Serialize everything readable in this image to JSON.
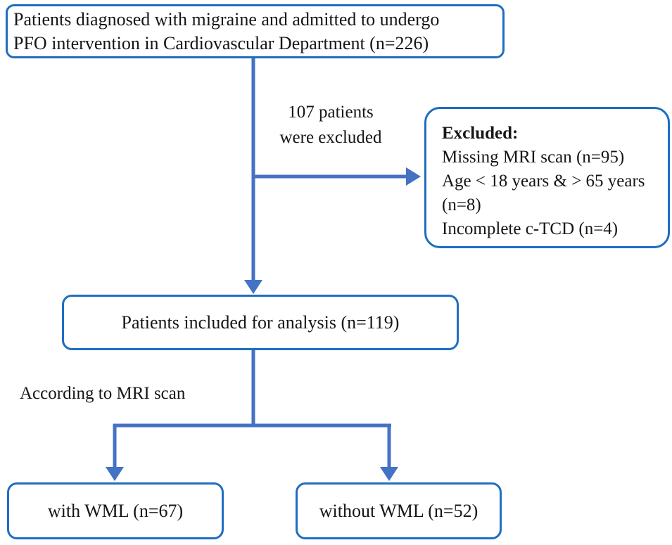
{
  "figure": {
    "type": "flowchart",
    "colors": {
      "box_border": "#1e6ec2",
      "connector": "#4472c4",
      "text": "#161616",
      "background": "#ffffff"
    },
    "nodes": {
      "source": {
        "line1": "Patients diagnosed with migraine and admitted to undergo",
        "line2": "PFO intervention in Cardiovascular Department (n=226)"
      },
      "excluded": {
        "heading": "Excluded:",
        "items": [
          "Missing MRI scan (n=95)",
          "Age < 18 years & > 65 years",
          " (n=8)",
          "Incomplete c-TCD (n=4)"
        ]
      },
      "included": {
        "label": "Patients included for analysis (n=119)"
      },
      "with_wml": {
        "label": "with WML (n=67)"
      },
      "without_wml": {
        "label": "without WML (n=52)"
      }
    },
    "annotations": {
      "excluded_count_line1": "107 patients",
      "excluded_count_line2": "were excluded",
      "split_criterion": "According to MRI scan"
    }
  }
}
